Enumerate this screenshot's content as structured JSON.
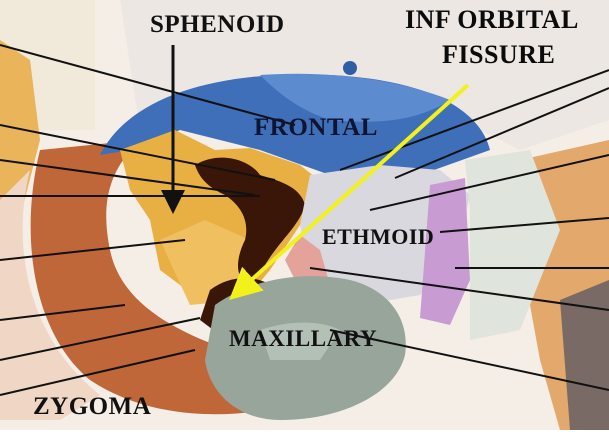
{
  "labels": {
    "sphenoid": "SPHENOID",
    "inf_orbital_line1": "INF ORBITAL",
    "inf_orbital_line2": "FISSURE",
    "frontal": "FRONTAL",
    "ethmoid": "ETHMOID",
    "maxillary": "MAXILLARY",
    "zygoma": "ZYGOMA"
  },
  "colors": {
    "frontal_bone": "#3e6fb8",
    "sphenoid_bone": "#e8b043",
    "zygoma_bone": "#c0673a",
    "maxillary_bone": "#97a59a",
    "ethmoid_bone": "#d9d8df",
    "fissure_arrow": "#f2f21a",
    "leader_lines": "#111111"
  }
}
